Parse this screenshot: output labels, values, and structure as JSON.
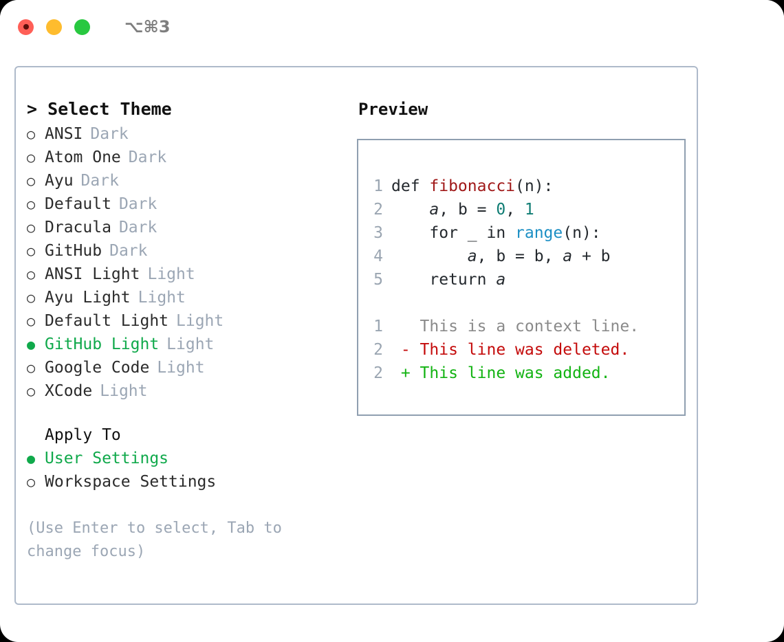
{
  "titlebar": {
    "shortcut": "⌥⌘3",
    "lights": [
      {
        "name": "close",
        "color": "#FF5F57"
      },
      {
        "name": "minimize",
        "color": "#FEBC2E"
      },
      {
        "name": "maximize",
        "color": "#28C840"
      }
    ]
  },
  "theme_picker": {
    "header": "> Select Theme",
    "unselected_bullet": "○",
    "selected_bullet": "●",
    "items": [
      {
        "label": "ANSI",
        "tag": "Dark",
        "selected": false
      },
      {
        "label": "Atom One",
        "tag": "Dark",
        "selected": false
      },
      {
        "label": "Ayu",
        "tag": "Dark",
        "selected": false
      },
      {
        "label": "Default",
        "tag": "Dark",
        "selected": false
      },
      {
        "label": "Dracula",
        "tag": "Dark",
        "selected": false
      },
      {
        "label": "GitHub",
        "tag": "Dark",
        "selected": false
      },
      {
        "label": "ANSI Light",
        "tag": "Light",
        "selected": false
      },
      {
        "label": "Ayu Light",
        "tag": "Light",
        "selected": false
      },
      {
        "label": "Default Light",
        "tag": "Light",
        "selected": false
      },
      {
        "label": "GitHub Light",
        "tag": "Light",
        "selected": true
      },
      {
        "label": "Google Code",
        "tag": "Light",
        "selected": false
      },
      {
        "label": "XCode",
        "tag": "Light",
        "selected": false
      }
    ]
  },
  "apply_to": {
    "title": "Apply To",
    "items": [
      {
        "label": "User Settings",
        "selected": true
      },
      {
        "label": "Workspace Settings",
        "selected": false
      }
    ]
  },
  "hint": "(Use Enter to select, Tab to change focus)",
  "preview": {
    "title": "Preview",
    "code_lines": [
      {
        "num": "1",
        "segments": [
          {
            "text": "def ",
            "style": "plain"
          },
          {
            "text": "fibonacci",
            "style": "fn"
          },
          {
            "text": "(n):",
            "style": "plain"
          }
        ]
      },
      {
        "num": "2",
        "segments": [
          {
            "text": "    ",
            "style": "plain"
          },
          {
            "text": "a",
            "style": "var"
          },
          {
            "text": ", ",
            "style": "plain"
          },
          {
            "text": "b",
            "style": "plain"
          },
          {
            "text": " = ",
            "style": "plain"
          },
          {
            "text": "0",
            "style": "num"
          },
          {
            "text": ", ",
            "style": "plain"
          },
          {
            "text": "1",
            "style": "num"
          }
        ]
      },
      {
        "num": "3",
        "segments": [
          {
            "text": "    for _ in ",
            "style": "plain"
          },
          {
            "text": "range",
            "style": "call"
          },
          {
            "text": "(n):",
            "style": "plain"
          }
        ]
      },
      {
        "num": "4",
        "segments": [
          {
            "text": "        ",
            "style": "plain"
          },
          {
            "text": "a",
            "style": "var"
          },
          {
            "text": ", b = b, ",
            "style": "plain"
          },
          {
            "text": "a",
            "style": "var"
          },
          {
            "text": " + b",
            "style": "plain"
          }
        ]
      },
      {
        "num": "5",
        "segments": [
          {
            "text": "    return ",
            "style": "plain"
          },
          {
            "text": "a",
            "style": "var"
          }
        ]
      }
    ],
    "diff_lines": [
      {
        "num": "1",
        "marker": " ",
        "text": " This is a context line.",
        "kind": "context"
      },
      {
        "num": "2",
        "marker": "-",
        "text": " This line was deleted.",
        "kind": "deleted"
      },
      {
        "num": "2",
        "marker": "+",
        "text": " This line was added.",
        "kind": "added"
      }
    ]
  },
  "colors": {
    "accent_green": "#10A94B",
    "muted": "#9BA6B4",
    "panel_border": "#AEBACA",
    "preview_border": "#8F9FB0",
    "syntax_function": "#A01818",
    "syntax_number": "#0E7C73",
    "syntax_call": "#1C8FC4",
    "diff_deleted": "#C40B0B",
    "diff_added": "#12B312",
    "diff_context": "#8A8A8A",
    "line_number": "#9AA5B1"
  }
}
